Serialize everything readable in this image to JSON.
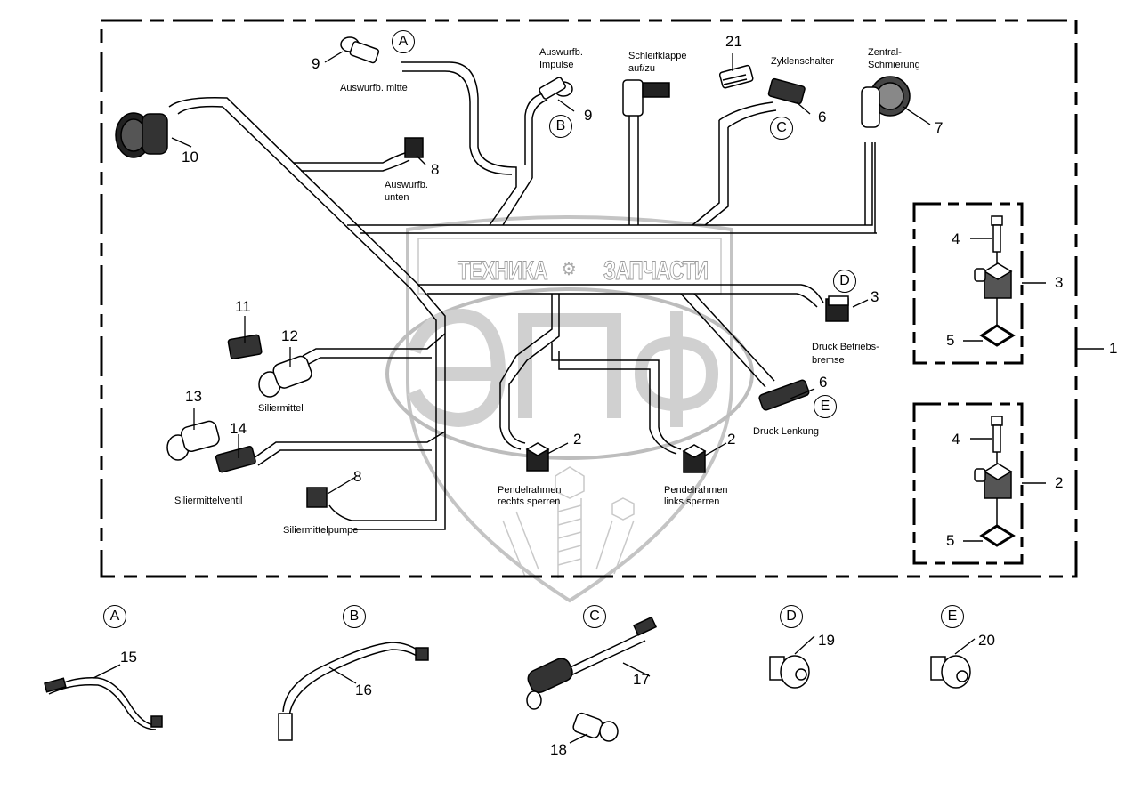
{
  "watermark": {
    "left_text": "ТЕХНИКА",
    "right_text": "ЗАПЧАСТИ",
    "big_letters": "ЭПФ",
    "gear": "gear-icon"
  },
  "assembly": {
    "main_number": "1",
    "connector_labels": [
      {
        "id": "auswurf-mitte",
        "text": "Auswurfb. mitte"
      },
      {
        "id": "auswurf-impulse",
        "lines": [
          "Auswurfb.",
          "Impulse"
        ]
      },
      {
        "id": "schleifklappe",
        "lines": [
          "Schleifklappe",
          "auf/zu"
        ]
      },
      {
        "id": "zyklenschalter",
        "text": "Zyklenschalter"
      },
      {
        "id": "zentral",
        "lines": [
          "Zentral-",
          "Schmierung"
        ]
      },
      {
        "id": "auswurf-unten",
        "lines": [
          "Auswurfb.",
          "unten"
        ]
      },
      {
        "id": "druck-betriebsbremse",
        "lines": [
          "Druck Betriebs-",
          "bremse"
        ]
      },
      {
        "id": "druck-lenkung",
        "text": "Druck Lenkung"
      },
      {
        "id": "siliermittel",
        "text": "Siliermittel"
      },
      {
        "id": "siliermittelventil",
        "text": "Siliermittelventil"
      },
      {
        "id": "siliermittelpumpe",
        "text": "Siliermittelpumpe"
      },
      {
        "id": "pendel-rechts",
        "lines": [
          "Pendelrahmen",
          "rechts sperren"
        ]
      },
      {
        "id": "pendel-links",
        "lines": [
          "Pendelrahmen",
          "links sperren"
        ]
      }
    ],
    "part_numbers": {
      "p9a": "9",
      "p9b": "9",
      "p10": "10",
      "p8a": "8",
      "p21": "21",
      "p6a": "6",
      "p7": "7",
      "p3a": "3",
      "p6b": "6",
      "p11": "11",
      "p12": "12",
      "p13": "13",
      "p14": "14",
      "p8b": "8",
      "p2a": "2",
      "p2b": "2"
    },
    "callouts": {
      "A": "A",
      "B": "B",
      "C": "C",
      "D": "D",
      "E": "E"
    }
  },
  "subassemblies": [
    {
      "id": "valve-3",
      "number": "3",
      "bolt": "4",
      "seal": "5"
    },
    {
      "id": "valve-2",
      "number": "2",
      "bolt": "4",
      "seal": "5"
    }
  ],
  "details": [
    {
      "callout": "A",
      "parts": [
        "15"
      ]
    },
    {
      "callout": "B",
      "parts": [
        "16"
      ]
    },
    {
      "callout": "C",
      "parts": [
        "17",
        "18"
      ]
    },
    {
      "callout": "D",
      "parts": [
        "19"
      ]
    },
    {
      "callout": "E",
      "parts": [
        "20"
      ]
    }
  ]
}
